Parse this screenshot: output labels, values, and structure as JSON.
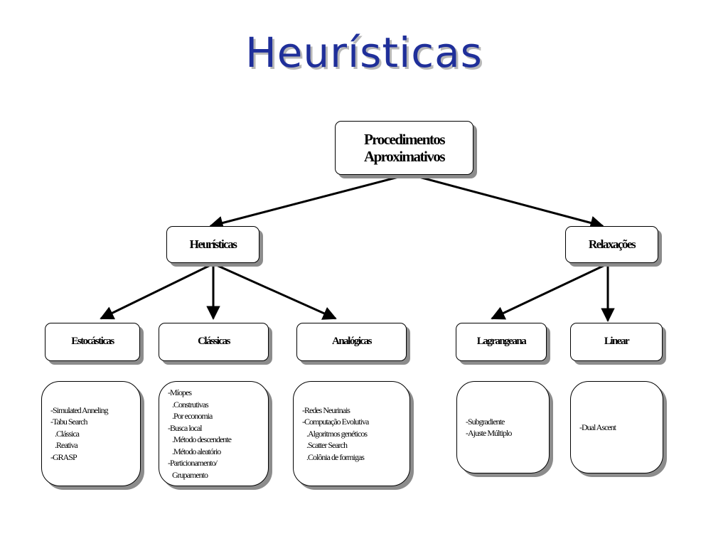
{
  "title": "Heurísticas",
  "root": {
    "line1": "Procedimentos",
    "line2": "Aproximativos"
  },
  "level1": {
    "heuristicas": "Heurísticas",
    "relaxacoes": "Relaxações"
  },
  "level2": {
    "estocasticas": "Estocásticas",
    "classicas": "Clássicas",
    "analogicas": "Analógicas",
    "lagrangeana": "Lagrangeana",
    "linear": "Linear"
  },
  "details": {
    "estocasticas": [
      "-Simulated Anneling",
      "-Tabu Search",
      "   .Clássica",
      "   .Reativa",
      "-GRASP"
    ],
    "classicas": [
      "-Míopes",
      "   .Construtivas",
      "   .Por economia",
      "-Busca local",
      "   .Método descendente",
      "   .Método aleatório",
      "-Particionamento/",
      "   Grupamento"
    ],
    "analogicas": [
      "-Redes Neurinais",
      "-Computação Evolutiva",
      "   .Algoritmos genéticos",
      "   .Scatter Search",
      "   .Colônia de formigas"
    ],
    "lagrangeana": [
      "-Subgradiente",
      "-Ajuste Múltiplo"
    ],
    "linear": [
      "-Dual Ascent"
    ]
  }
}
